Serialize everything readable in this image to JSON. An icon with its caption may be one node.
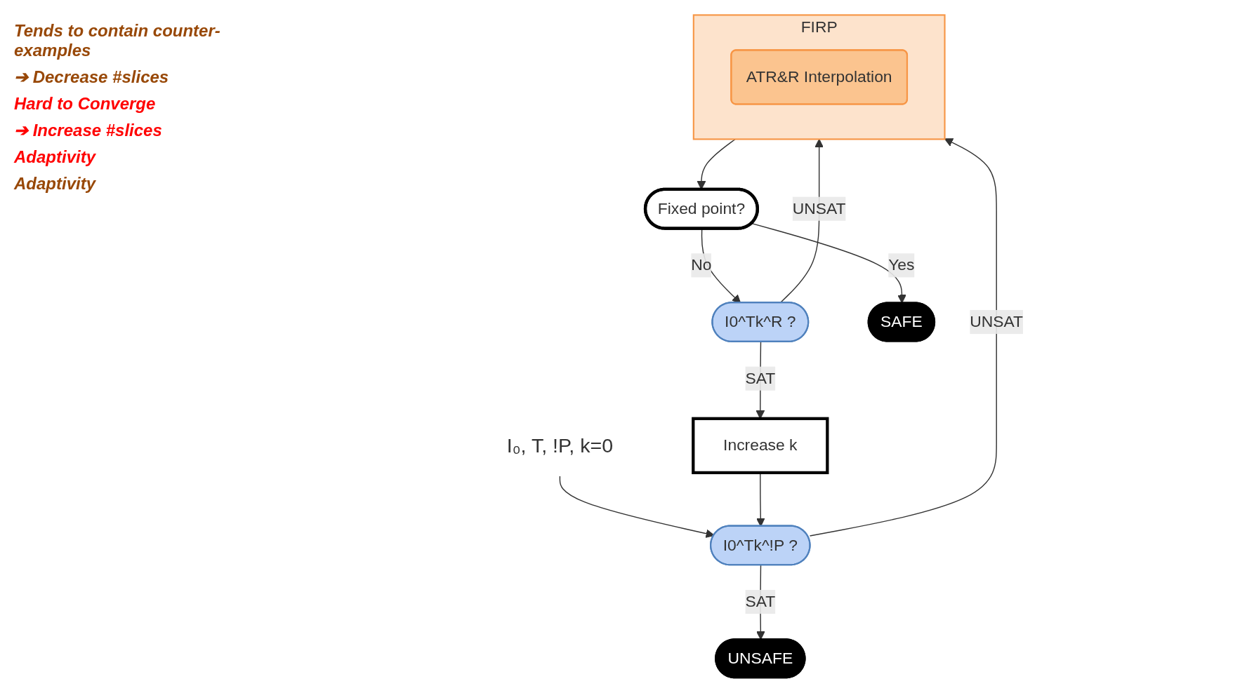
{
  "diagram": {
    "nodes": [
      {
        "text": [
          "I₀, T, !P, k=0"
        ]
      },
      {
        "text": [
          "I0^Tk^!P ?"
        ]
      },
      {
        "text": [
          "Increase k"
        ]
      },
      {
        "text": [
          "I0^Tk^R ?"
        ]
      },
      {
        "text": [
          "UNSAFE"
        ]
      },
      {
        "text": [
          "FIRP"
        ]
      },
      {
        "text": [
          "ATR&R Interpolation"
        ],
        "in": 5
      },
      {
        "text": [
          "Fixed point?"
        ]
      },
      {
        "text": [
          "SAFE"
        ]
      }
    ],
    "edges": [
      {
        "from": 0,
        "to": 1,
        "arrow": "to"
      },
      {
        "from": 3,
        "to": 2,
        "arrow": "to",
        "label": "SAT"
      },
      {
        "from": 2,
        "to": 1,
        "arrow": "to"
      },
      {
        "from": 1,
        "to": 4,
        "arrow": "to",
        "label": "SAT"
      },
      {
        "from": 1,
        "to": 5,
        "arrow": "to",
        "label": "UNSAT"
      },
      {
        "from": 3,
        "to": 5,
        "arrow": "to",
        "label": "UNSAT"
      },
      {
        "from": 5,
        "to": 7,
        "arrow": "to"
      },
      {
        "from": 7,
        "to": 3,
        "arrow": "to",
        "label": "No"
      },
      {
        "from": 7,
        "to": 8,
        "arrow": "to",
        "label": "Yes"
      }
    ],
    "labels": [
      "Tends to contain counter-examples",
      "➔ Decrease #slices",
      "Hard to Converge",
      "➔ Increase #slices",
      "Adaptivity",
      "Adaptivity"
    ]
  }
}
